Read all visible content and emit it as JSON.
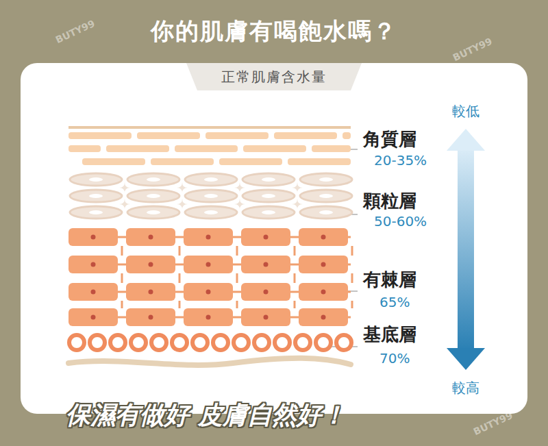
{
  "diagram": {
    "title": "你的肌膚有喝飽水嗎？",
    "caption": "保濕有做好 皮膚自然好！",
    "nodes": [
      {
        "text": [
          "正常肌膚含水量"
        ]
      }
    ],
    "labels": [
      "角質層",
      "20-35%",
      "顆粒層",
      "50-60%",
      "有棘層",
      "65%",
      "基底層",
      "70%",
      "較低",
      "較高",
      "BUTY99",
      "BUTY99",
      "BUTY99"
    ]
  }
}
